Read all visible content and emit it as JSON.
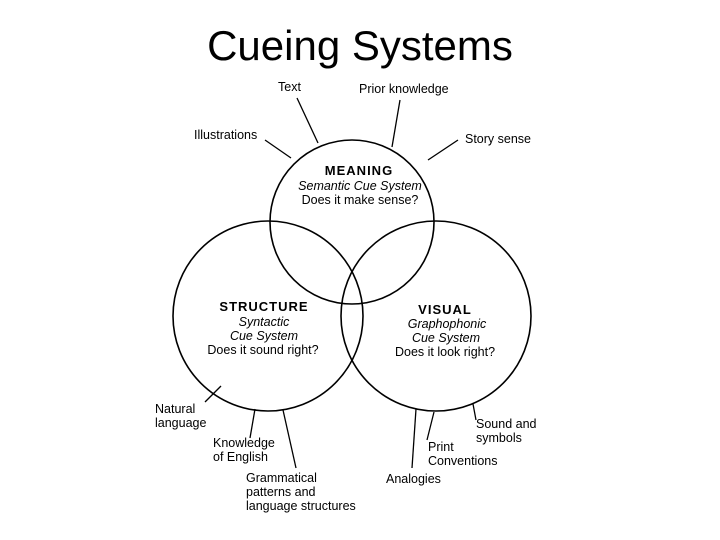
{
  "title": "Cueing Systems",
  "meaning": {
    "heading": "MEANING",
    "system": "Semantic Cue System",
    "question": "Does it make sense?",
    "cues": [
      "Text",
      "Prior knowledge",
      "Illustrations",
      "Story sense"
    ]
  },
  "structure": {
    "heading": "STRUCTURE",
    "system_line1": "Syntactic",
    "system_line2": "Cue System",
    "question": "Does it sound right?",
    "cues": {
      "natural_1": "Natural",
      "natural_2": "language",
      "knowledge_1": "Knowledge",
      "knowledge_2": "of English",
      "grammar_1": "Grammatical",
      "grammar_2": "patterns and",
      "grammar_3": "language structures"
    }
  },
  "visual": {
    "heading": "VISUAL",
    "system_line1": "Graphophonic",
    "system_line2": "Cue System",
    "question": "Does it look right?",
    "cues": {
      "sound_1": "Sound and",
      "sound_2": "symbols",
      "print_1": "Print",
      "print_2": "Conventions",
      "analogies": "Analogies"
    }
  }
}
